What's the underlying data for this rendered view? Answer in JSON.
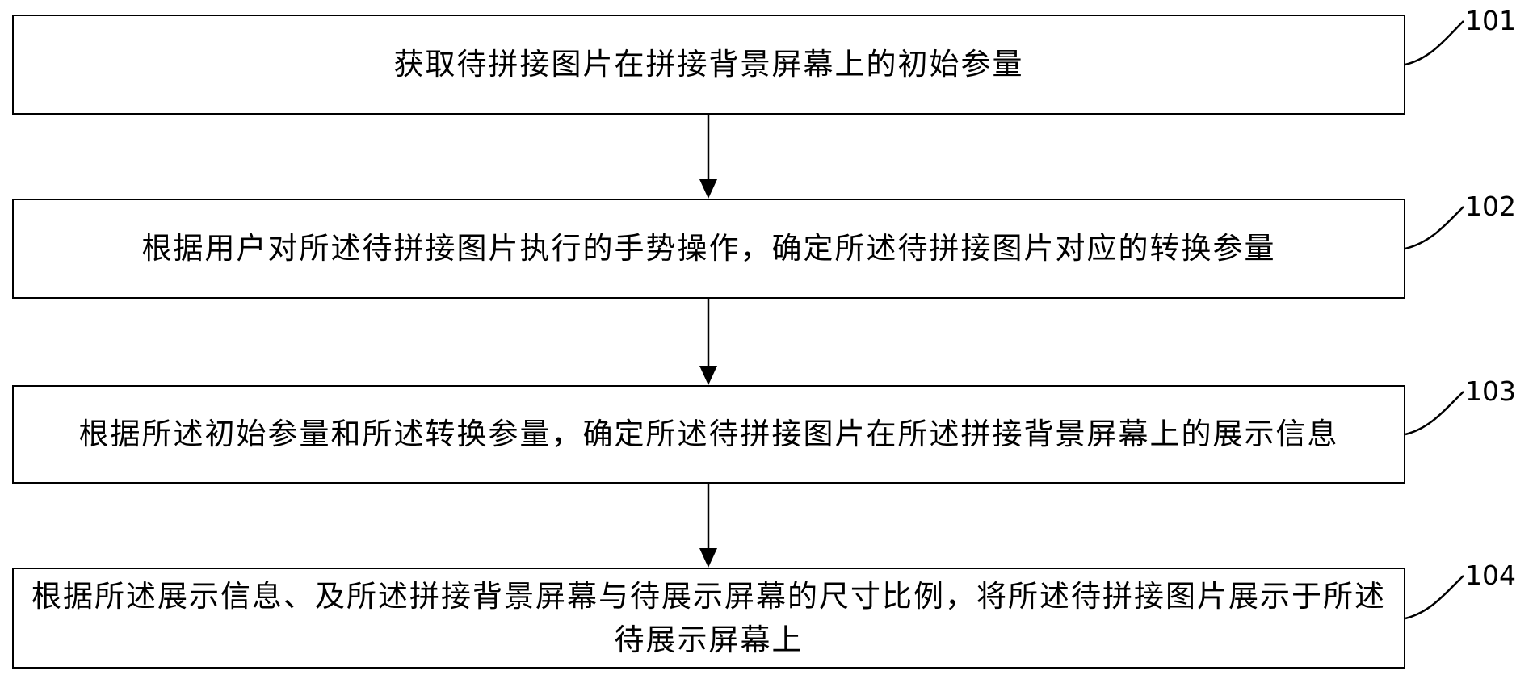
{
  "steps": [
    {
      "number": "101",
      "text": "获取待拼接图片在拼接背景屏幕上的初始参量"
    },
    {
      "number": "102",
      "text": "根据用户对所述待拼接图片执行的手势操作，确定所述待拼接图片对应的转换参量"
    },
    {
      "number": "103",
      "text": "根据所述初始参量和所述转换参量，确定所述待拼接图片在所述拼接背景屏幕上的展示信息"
    },
    {
      "number": "104",
      "text": "根据所述展示信息、及所述拼接背景屏幕与待展示屏幕的尺寸比例，将所述待拼接图片展示于所述待展示屏幕上"
    }
  ],
  "colors": {
    "line": "#000000",
    "box_fill": "#ffffff",
    "text": "#000000"
  }
}
